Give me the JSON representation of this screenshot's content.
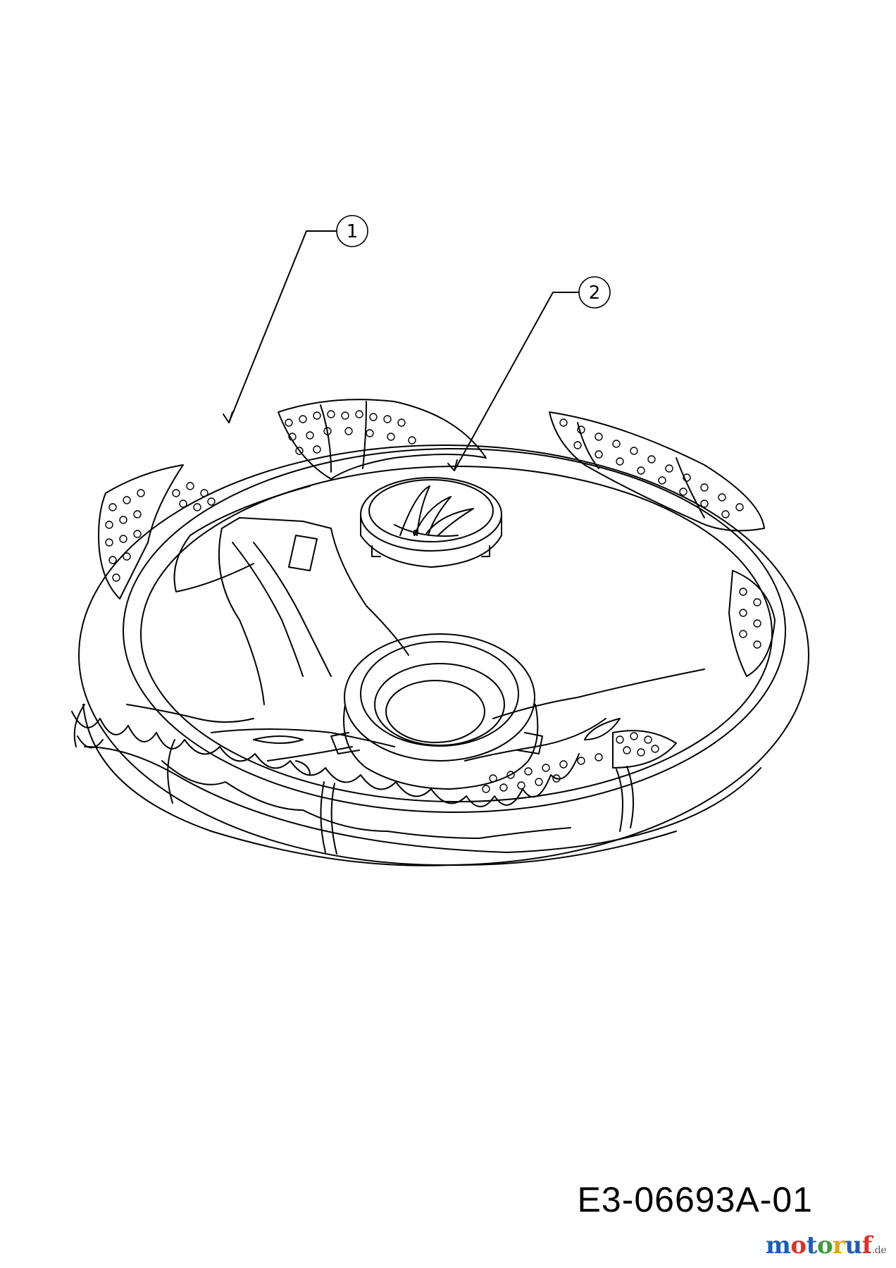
{
  "callouts": [
    {
      "label": "1"
    },
    {
      "label": "2"
    }
  ],
  "part_number": "E3-06693A-01",
  "watermark": {
    "text": "motoruf",
    "suffix": ".de",
    "letter_colors": [
      "#1b5fb4",
      "#d8322a",
      "#1b5fb4",
      "#3a9c3a",
      "#e0a21b",
      "#1b5fb4",
      "#d8322a"
    ]
  }
}
